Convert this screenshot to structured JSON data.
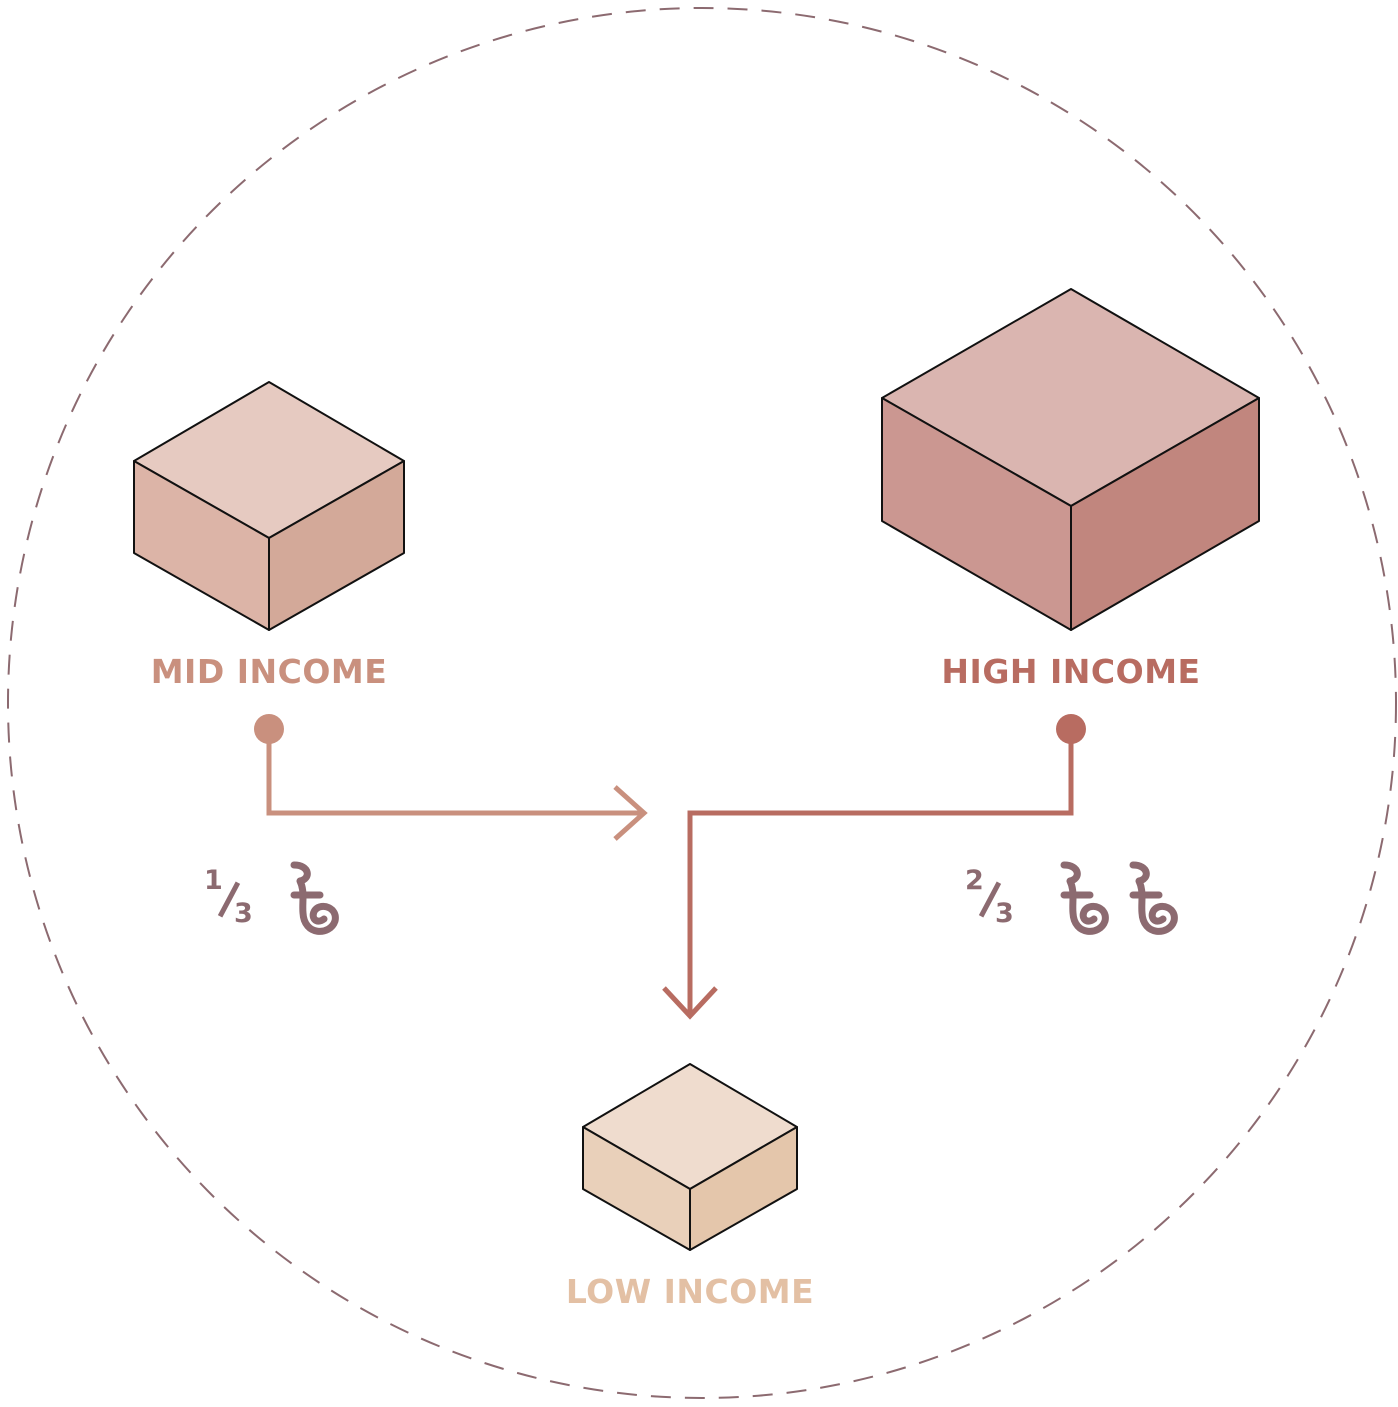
{
  "colors": {
    "boundary": "#8c6a70",
    "outline": "#111111",
    "mid_accent": "#c9907e",
    "high_accent": "#b86c61",
    "low_accent": "#e3c0a4",
    "symbol": "#8c6a70",
    "mid_top": "#e6cac1",
    "mid_left": "#dcb4a7",
    "mid_right": "#d3a999",
    "high_top": "#dab5b0",
    "high_left": "#cb9791",
    "high_right": "#c1867e",
    "low_top": "#efdcce",
    "low_left": "#e9d0ba",
    "low_right": "#e4c6ab"
  },
  "groups": {
    "mid": {
      "label": "MID INCOME",
      "share_numerator": "1",
      "share_denominator": "3",
      "symbol_count": 1
    },
    "high": {
      "label": "HIGH INCOME",
      "share_numerator": "2",
      "share_denominator": "3",
      "symbol_count": 2
    },
    "low": {
      "label": "LOW INCOME"
    }
  },
  "icons": {
    "currency": "taka-currency-icon",
    "arrow": "arrow-head-icon",
    "node": "flow-node-dot-icon",
    "box": "isometric-box-icon"
  }
}
